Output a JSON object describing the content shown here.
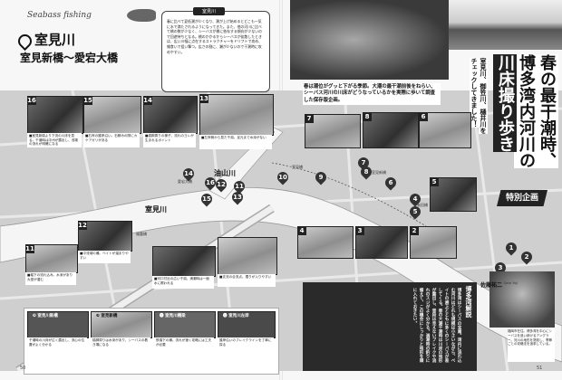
{
  "header": {
    "series": "Seabass fishing",
    "river_name": "室見川",
    "section": "室見新橋〜愛宕大橋",
    "intro_tag": "室見川",
    "intro_text": "春に比べて夏低潮が少くなり、潮が上げ始めるとどこも一気に水で満たされるようになってきた。また、他の河川に比べて橋の数が少なく、シーバスが橋に依存する傾向が少ないので回遊待ちとなる。橋のかかるからシーバスが拡散したときは、広い川幅に点在するストラクチャーをドリフトで攻め、雑食いで狙い撃つ。広さの割に、瀬が少ないので干潮時に攻めやすい。",
    "lead": "春は潮位がグッと下がる季節。大潮の最干潮前後をねらい、シーバス河川の川床がどうなっているかを実際に歩いて調査した保存版企画。"
  },
  "title": {
    "line1": "春の最干潮時、",
    "line2": "博多湾内河川の",
    "line3": "川床撮り歩き",
    "sub": "室見川、御笠川、樋井川を",
    "sub2": "チェックしてきました！",
    "tag": "特別企画"
  },
  "map": {
    "rivers": [
      "室見川",
      "油山川",
      "油山川"
    ],
    "numbers": [
      "1",
      "2",
      "3",
      "4",
      "5",
      "6",
      "7",
      "8",
      "9",
      "10",
      "11",
      "12",
      "13",
      "14",
      "15",
      "16"
    ],
    "places": [
      "室見新橋",
      "愛宕大橋",
      "室見橋",
      "福重橋",
      "有田橋"
    ]
  },
  "captions": {
    "c1": "■室見新橋より下流の川床を見る。干潮時は中州が露出し、浅場の流れが明確になる",
    "c2": "■右岸の護岸沿い。石積みの際にカケアガリがある",
    "c3": "■橋脚周りの様子。流れのヨレが生まれるポイント",
    "c4": "■左岸側から見た干潟。足元まで水深がない",
    "c5": "■中流域の瀬。ベイトが溜まりやすい",
    "c6": "■堰下の流れ込み。水深があり大型が潜む",
    "c7": "■河口付近の広い干潟。満潮時は一面水に覆われる",
    "c8": "■支流の合流点。濁りが入りやすい"
  },
  "bottom_photos": [
    {
      "label": "❾ 室見川新橋",
      "caption": "干潮時の川床が広く露出し、流心の位置がよく分かる"
    },
    {
      "label": "❿ 室見新橋",
      "caption": "橋脚周りは水深があり、シーバスの着き場になる"
    },
    {
      "label": "⓫ 室見川橋梁",
      "caption": "鉄橋下の瀬。流れが速く攻略には工夫が必要"
    },
    {
      "label": "⓬ 室見川左岸",
      "caption": "護岸沿いのブレイクラインを丁寧に探る"
    }
  ],
  "explain": {
    "tag": "博多湾解説",
    "body": "博多湾はシーバスの宝庫。湾内に流れ込む河川はどれも規模は小さいながら、ベイトの遡上とともに多くのシーバスが差してくる。春の大潮干潮時は川床の地形が露出し、普段は見えないブレイクや流れのスジがよく分かる。満潮時の釣りに備えて、この機会にしっかりと地形を頭に入れておきたい。"
  },
  "author": {
    "name": "佐藤祐二",
    "romaji": "Sato Yuji",
    "bio": "福岡市在住。博多湾を中心にシーバスを追い続けるアングラー。河川の地形を熟知し、季節ごとの攻略法を追求している。"
  },
  "page_numbers": {
    "left": "50",
    "right": "51"
  }
}
